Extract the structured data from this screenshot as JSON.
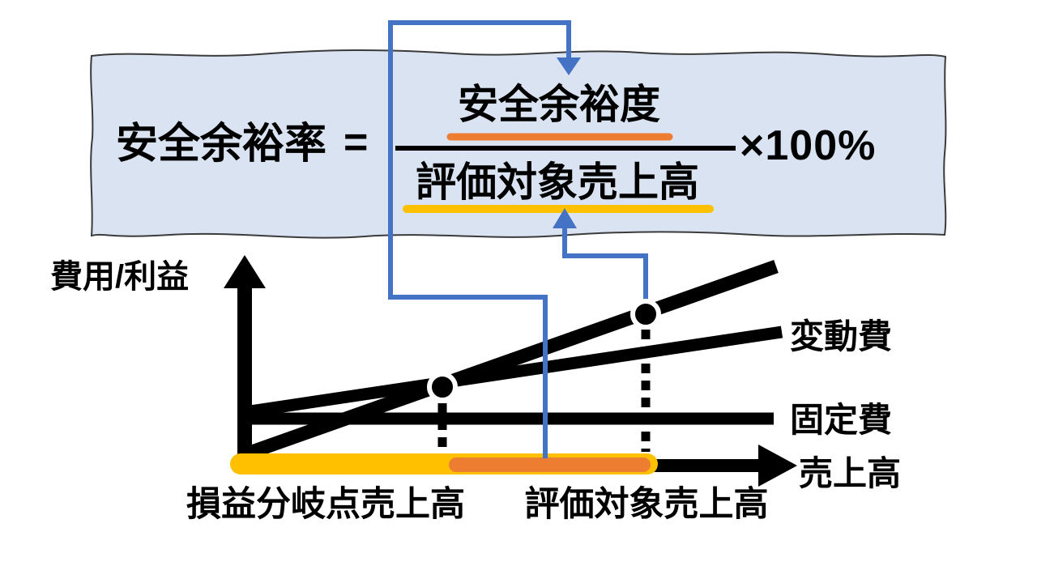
{
  "title": "安全余裕率の図解（損益分岐点グラフ）",
  "colors": {
    "banner_bg": "#dae3f1",
    "banner_border": "#3b3b3b",
    "accent_blue": "#4472c4",
    "accent_orange": "#ed7d31",
    "accent_yellow": "#ffc000",
    "ink": "#000000"
  },
  "formula": {
    "lhs": "安全余裕率",
    "equals": "=",
    "numerator": "安全余裕度",
    "denominator": "評価対象売上高",
    "multiplier": "×100%"
  },
  "chart": {
    "type": "break-even-diagram",
    "y_axis_label": "費用/利益",
    "x_axis_label": "売上高",
    "line_labels": {
      "sales_line": "",
      "variable_cost": "変動費",
      "fixed_cost": "固定費"
    },
    "x_annotations": {
      "break_even_sales": "損益分岐点売上高",
      "evaluation_sales": "評価対象売上高"
    },
    "markers": {
      "break_even_point": "損益分岐点（交点の黒丸）",
      "evaluation_point": "評価対象売上高の点（黒丸）"
    },
    "highlight_bars": {
      "yellow_bar_meaning": "評価対象売上高",
      "orange_bar_meaning": "安全余裕度"
    },
    "connectors": {
      "orange_segment_to_numerator": "安全余裕度 → 分子",
      "evaluation_point_to_denominator": "評価対象売上高 → 分母"
    }
  }
}
